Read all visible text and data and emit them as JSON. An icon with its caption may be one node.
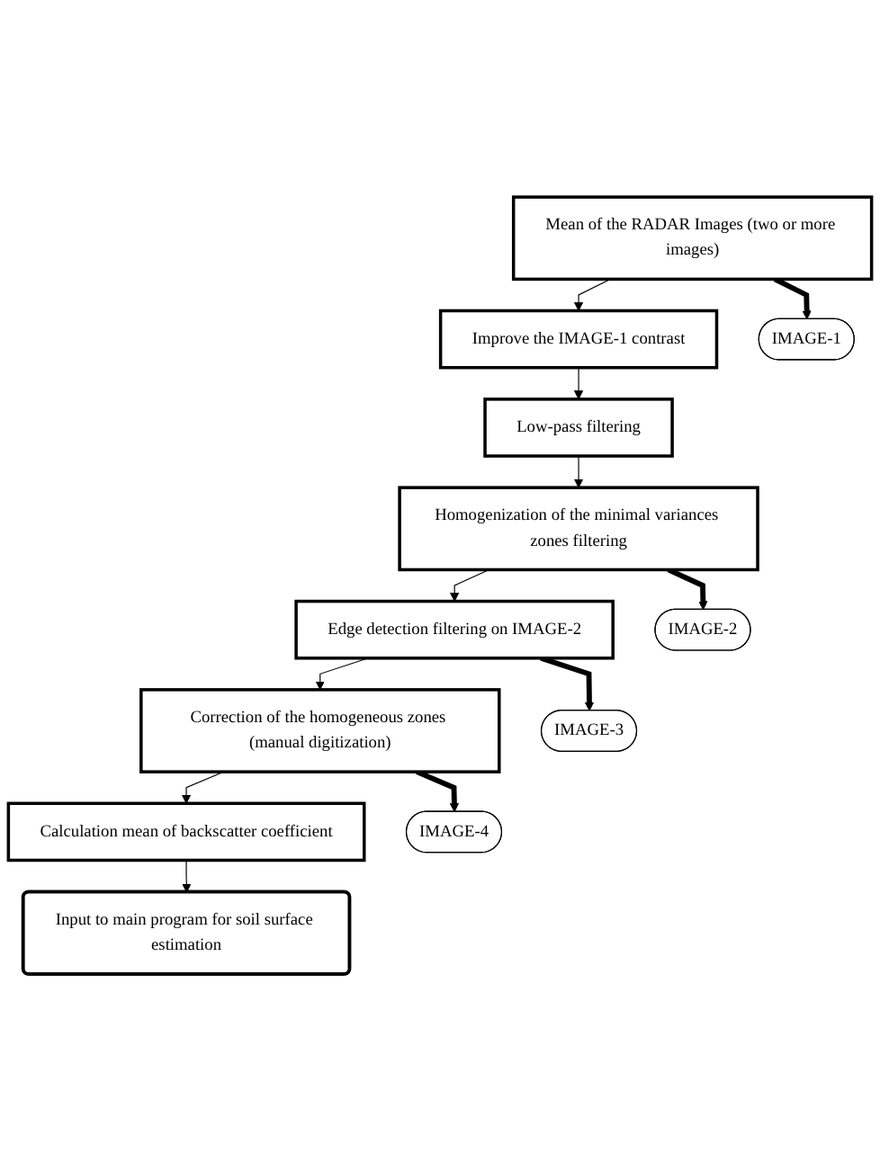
{
  "diagram": {
    "nodes": [
      {
        "text": [
          "Mean of the RADAR Images (two or more images)"
        ]
      },
      {
        "text": [
          "IMAGE-1"
        ]
      },
      {
        "text": [
          "Improve the IMAGE-1 contrast"
        ]
      },
      {
        "text": [
          "Low-pass filtering"
        ]
      },
      {
        "text": [
          "Homogenization of the minimal variances zones filtering"
        ]
      },
      {
        "text": [
          "IMAGE-2"
        ]
      },
      {
        "text": [
          "Edge detection filtering on IMAGE-2"
        ]
      },
      {
        "text": [
          "IMAGE-3"
        ]
      },
      {
        "text": [
          "Correction of the homogeneous zones (manual digitization)"
        ]
      },
      {
        "text": [
          "IMAGE-4"
        ]
      },
      {
        "text": [
          "Calculation mean of backscatter coefficient"
        ]
      },
      {
        "text": [
          "Input to main program for soil surface estimation"
        ]
      }
    ],
    "edges": [
      {
        "from": 0,
        "to": 2,
        "arrow": "to"
      },
      {
        "from": 0,
        "to": 1,
        "arrow": "to",
        "style": "thick"
      },
      {
        "from": 2,
        "to": 3,
        "arrow": "to"
      },
      {
        "from": 3,
        "to": 4,
        "arrow": "to"
      },
      {
        "from": 4,
        "to": 6,
        "arrow": "to"
      },
      {
        "from": 4,
        "to": 5,
        "arrow": "to",
        "style": "thick"
      },
      {
        "from": 6,
        "to": 8,
        "arrow": "to"
      },
      {
        "from": 6,
        "to": 7,
        "arrow": "to",
        "style": "thick"
      },
      {
        "from": 8,
        "to": 10,
        "arrow": "to"
      },
      {
        "from": 8,
        "to": 9,
        "arrow": "to",
        "style": "thick"
      },
      {
        "from": 10,
        "to": 11,
        "arrow": "to"
      }
    ]
  }
}
